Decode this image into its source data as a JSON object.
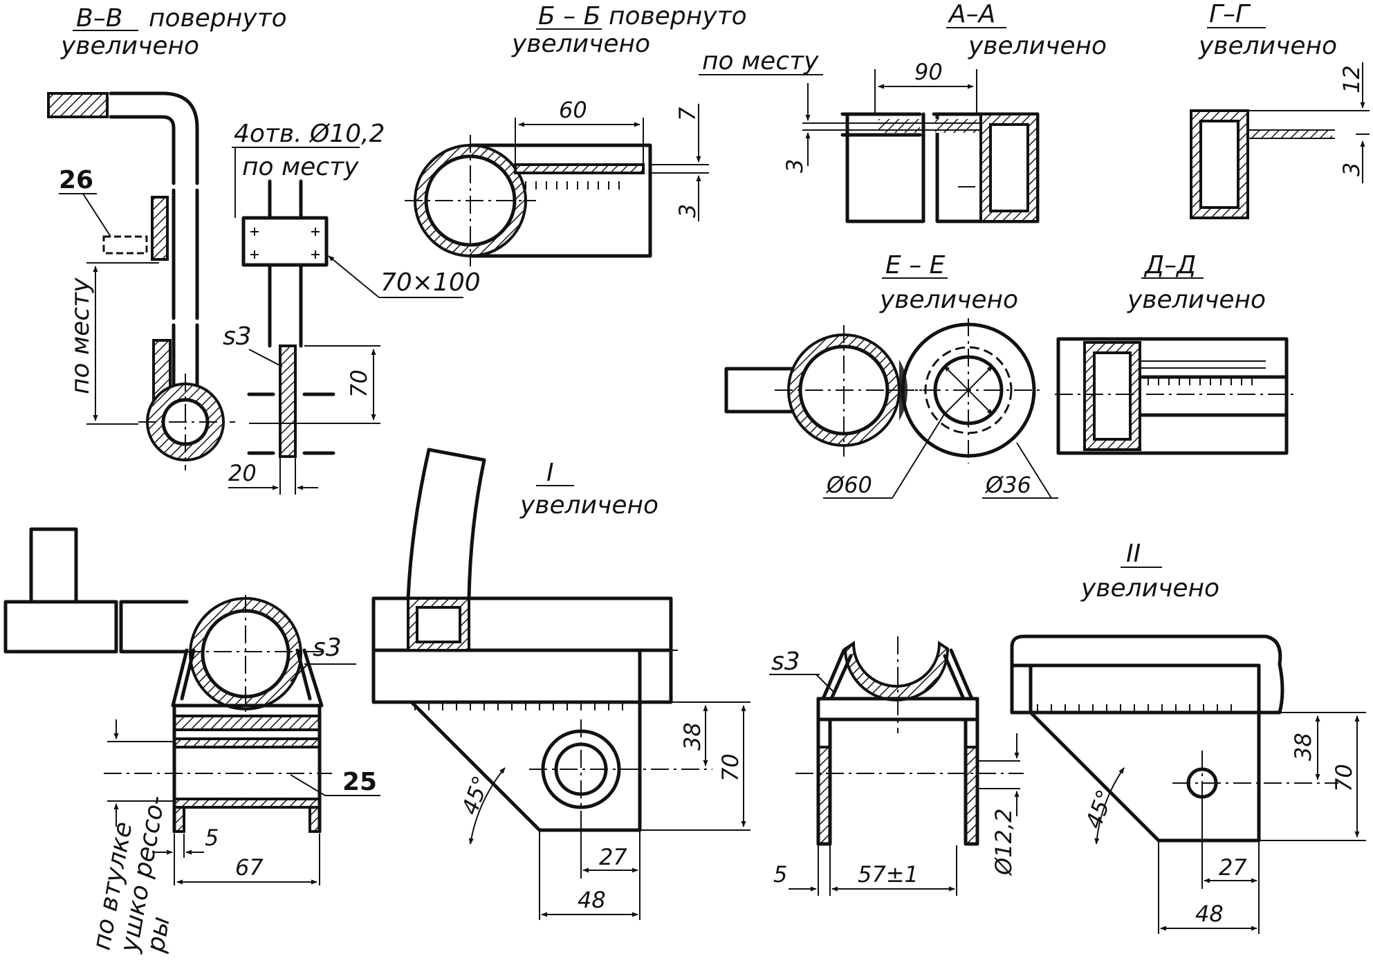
{
  "colors": {
    "ink": "#111111",
    "paper": "#ffffff"
  },
  "views": {
    "bb": {
      "title": "В–В",
      "note": "повернуто",
      "scale": "увеличено"
    },
    "b": {
      "title": "Б – Б",
      "note": "повернуто",
      "scale": "увеличено"
    },
    "aa": {
      "title": "А–А",
      "scale": "увеличено"
    },
    "gg": {
      "title": "Г–Г",
      "scale": "увеличено"
    },
    "ee": {
      "title": "Е – Е",
      "scale": "увеличено"
    },
    "dd": {
      "title": "Д–Д",
      "scale": "увеличено"
    },
    "i": {
      "title": "I",
      "scale": "увеличено"
    },
    "ii": {
      "title": "II",
      "scale": "увеличено"
    }
  },
  "labels": {
    "holes": "4отв. Ø10,2",
    "po_mestu": "по месту",
    "plate": "70×100",
    "s3": "s3",
    "part26": "26",
    "part25": "25",
    "bushing_1": "по втулке",
    "bushing_2": "ушко рессо-",
    "bushing_3": "ры"
  },
  "dims": {
    "d60": "60",
    "d7": "7",
    "d3": "3",
    "d90": "90",
    "d12": "12",
    "d70": "70",
    "d20": "20",
    "d38": "38",
    "d27": "27",
    "d48": "48",
    "d5": "5",
    "d67": "67",
    "d45": "45°",
    "d57": "57±1",
    "d122": "Ø12,2",
    "dia60": "Ø60",
    "dia36": "Ø36"
  }
}
